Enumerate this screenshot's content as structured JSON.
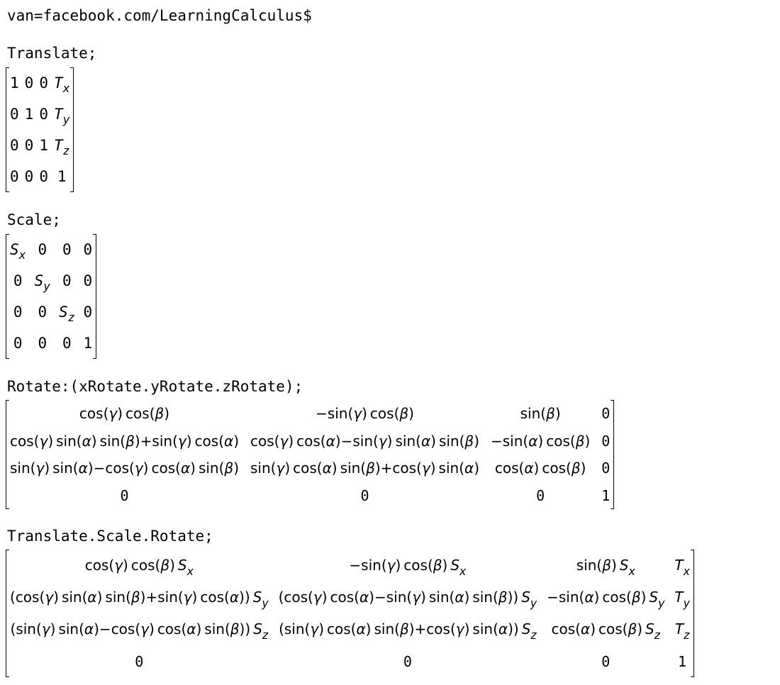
{
  "header": "van=facebook.com/LearningCalculus$",
  "sections": {
    "translate": {
      "label": "Translate;",
      "rows": [
        [
          "1",
          "0",
          "0",
          "T_x"
        ],
        [
          "0",
          "1",
          "0",
          "T_y"
        ],
        [
          "0",
          "0",
          "1",
          "T_z"
        ],
        [
          "0",
          "0",
          "0",
          "1"
        ]
      ]
    },
    "scale": {
      "label": "Scale;",
      "rows": [
        [
          "S_x",
          "0",
          "0",
          "0"
        ],
        [
          "0",
          "S_y",
          "0",
          "0"
        ],
        [
          "0",
          "0",
          "S_z",
          "0"
        ],
        [
          "0",
          "0",
          "0",
          "1"
        ]
      ]
    },
    "rotate": {
      "label": "Rotate:(xRotate.yRotate.zRotate);",
      "rows": [
        [
          "cos(γ) cos(β)",
          "−sin(γ) cos(β)",
          "sin(β)",
          "0"
        ],
        [
          "cos(γ) sin(α) sin(β)+sin(γ) cos(α)",
          "cos(γ) cos(α)−sin(γ) sin(α) sin(β)",
          "−sin(α) cos(β)",
          "0"
        ],
        [
          "sin(γ) sin(α)−cos(γ) cos(α) sin(β)",
          "sin(γ) cos(α) sin(β)+cos(γ) sin(α)",
          "cos(α) cos(β)",
          "0"
        ],
        [
          "0",
          "0",
          "0",
          "1"
        ]
      ]
    },
    "combined": {
      "label": "Translate.Scale.Rotate;",
      "rows": [
        [
          "cos(γ) cos(β) S_x",
          "−sin(γ) cos(β) S_x",
          "sin(β) S_x",
          "T_x"
        ],
        [
          "(cos(γ) sin(α) sin(β)+sin(γ) cos(α)) S_y",
          "(cos(γ) cos(α)−sin(γ) sin(α) sin(β)) S_y",
          "−sin(α) cos(β) S_y",
          "T_y"
        ],
        [
          "(sin(γ) sin(α)−cos(γ) cos(α) sin(β)) S_z",
          "(sin(γ) cos(α) sin(β)+cos(γ) sin(α)) S_z",
          "cos(α) cos(β) S_z",
          "T_z"
        ],
        [
          "0",
          "0",
          "0",
          "1"
        ]
      ]
    }
  }
}
